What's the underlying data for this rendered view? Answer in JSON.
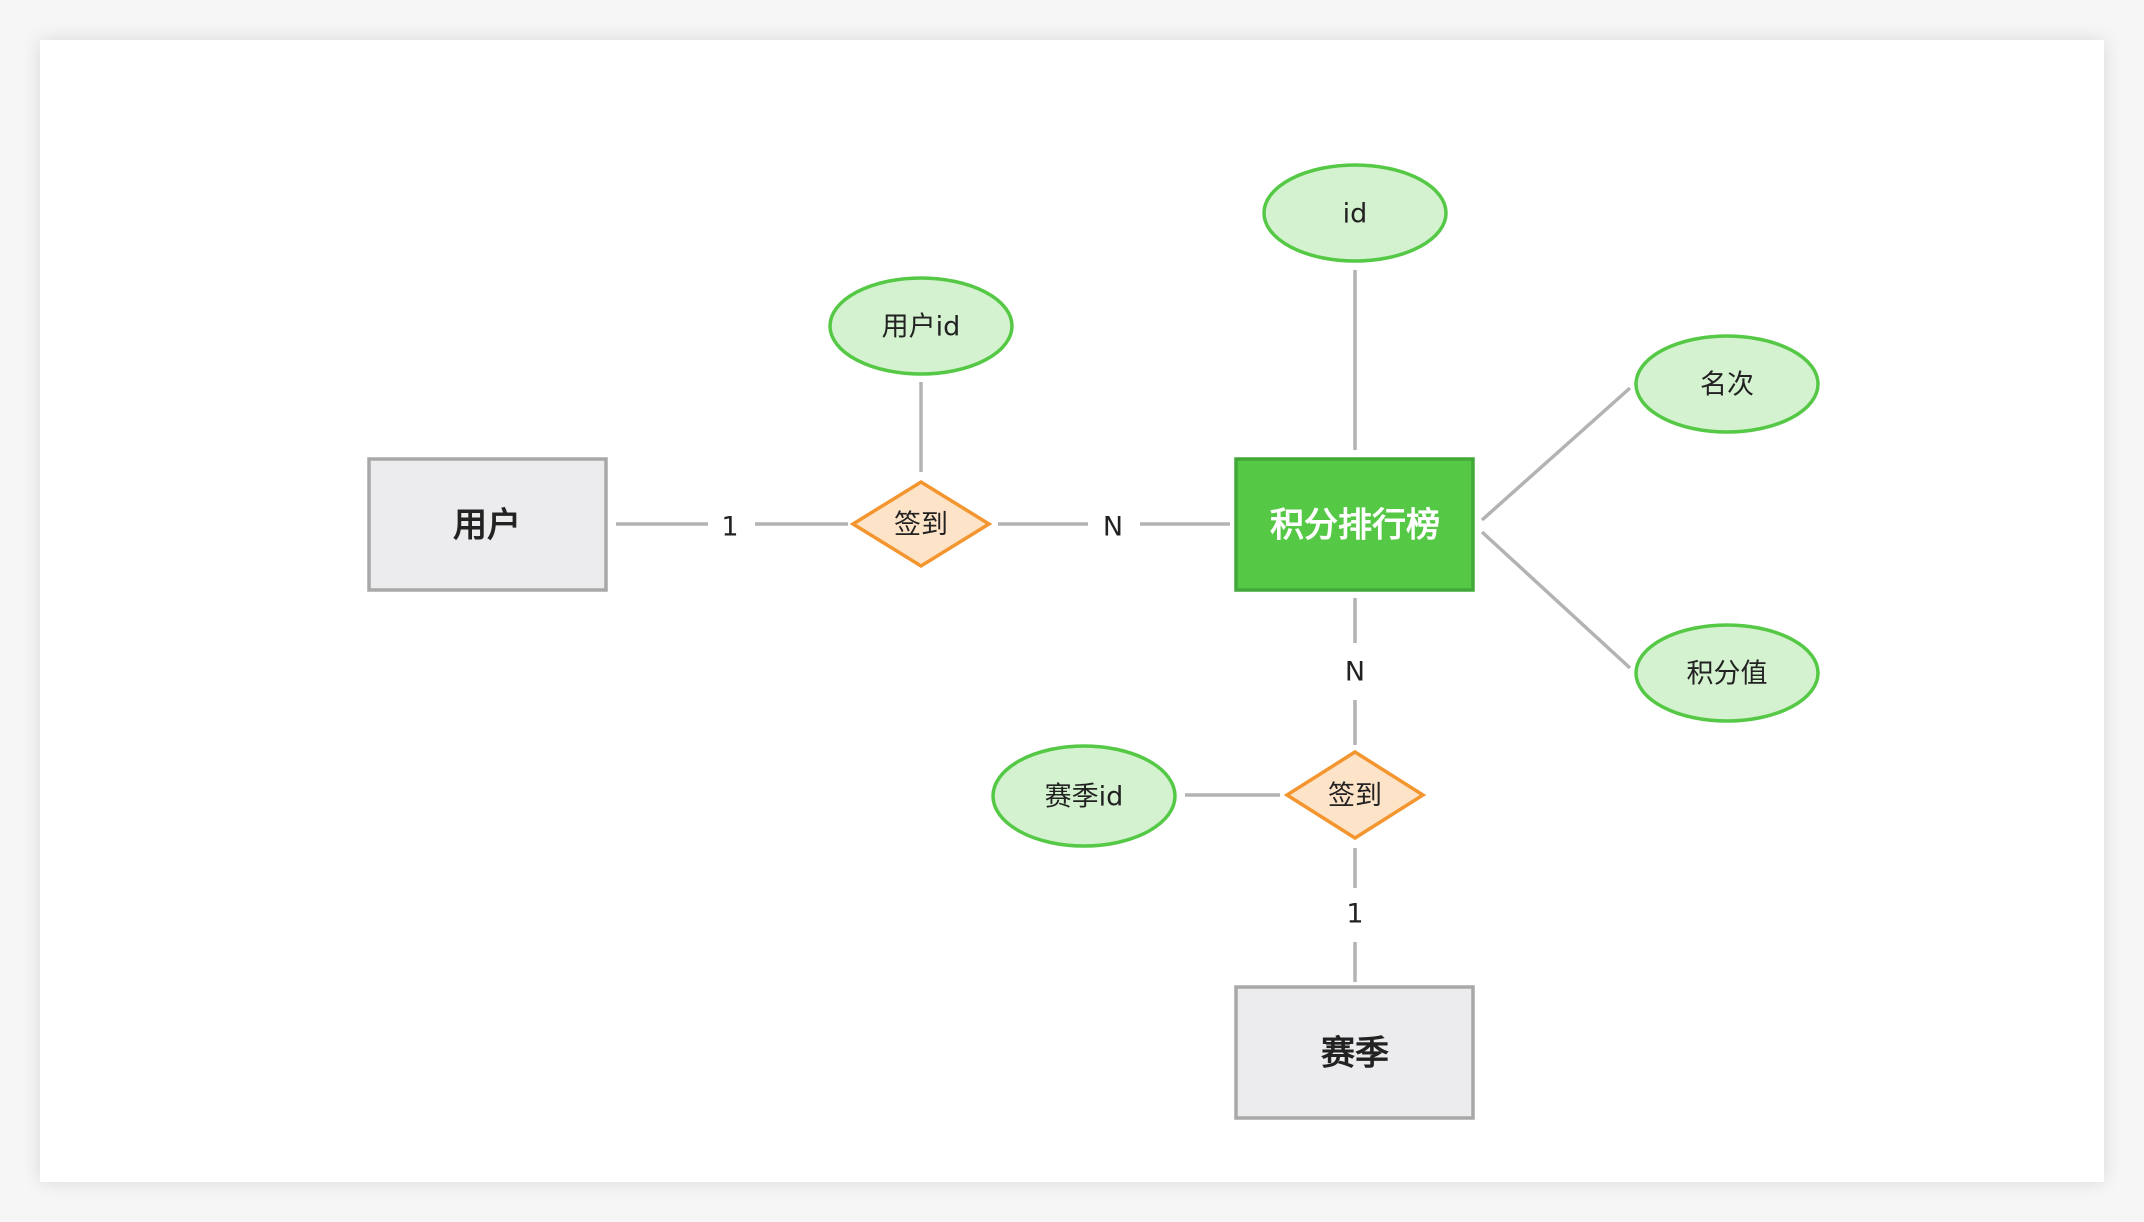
{
  "entities": {
    "user": "用户",
    "ranking": "积分排行榜",
    "season": "赛季"
  },
  "relationships": {
    "signin_user": "签到",
    "signin_season": "签到"
  },
  "attributes": {
    "user_id": "用户id",
    "id": "id",
    "rank": "名次",
    "points": "积分值",
    "season_id": "赛季id"
  },
  "cardinalities": {
    "user_side": "1",
    "ranking_side_left": "N",
    "ranking_side_bottom": "N",
    "season_side": "1"
  },
  "colors": {
    "main_entity": "#55c946",
    "entity": "#ececee",
    "attribute": "#d4f2cf",
    "relationship": "#fde3c7",
    "relationship_border": "#f4962f",
    "connector": "#b3b3b3"
  }
}
